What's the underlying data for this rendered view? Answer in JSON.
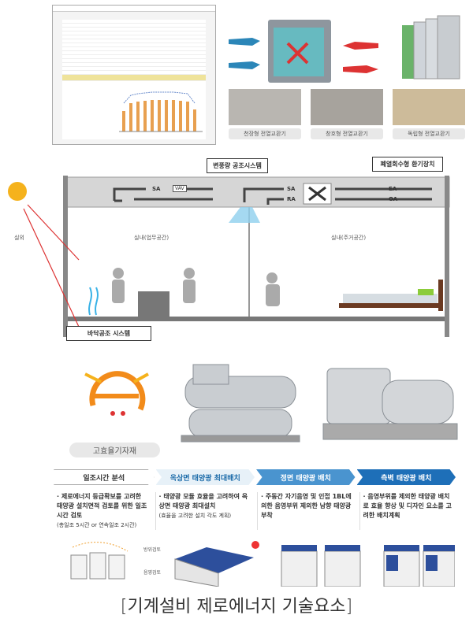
{
  "hrv": {
    "types": [
      "천장형 전열교환기",
      "창호형 전열교환기",
      "독립형 전열교환기"
    ]
  },
  "section": {
    "vav_system": "변풍량 공조시스템",
    "heat_recovery": "폐열회수형 환기장치",
    "floor_system": "바닥공조 시스템",
    "outdoor": "실외",
    "office": "실내(업무공간)",
    "residential": "실내(주거공간)",
    "ducts": {
      "sa": "SA",
      "ra": "RA",
      "ea": "EA",
      "oa": "OA",
      "vav": "VAV"
    }
  },
  "equipment": {
    "label": "고효율기자재"
  },
  "solar": {
    "steps": [
      {
        "title": "일조시간 분석",
        "text": "제로에너지 등급확보를 고려한 태양광 설치면적 검토를 위한 일조시간 검토",
        "note": "(총일조 5시간 or 연속일조 2시간)",
        "labels": [
          "방위검토",
          "음영검토"
        ]
      },
      {
        "title": "옥상면 태양광 최대배치",
        "text": "태양광 모듈 효율을 고려하여 옥상면 태양광 최대설치",
        "note": "(효율을 고려한 설치 각도 계획)"
      },
      {
        "title": "정면 태양광 배치",
        "text": "주동간 자기음영 및 인접 1BL에 의한 음영부위 제외한 남향 태양광 부착"
      },
      {
        "title": "측벽 태양광 배치",
        "text": "음영부위를 제외한 태양광 배치로 효율 향상 및 디자인 요소를 고려한 배치계획"
      }
    ]
  },
  "caption": "[기계설비 제로에너지 기술요소]"
}
